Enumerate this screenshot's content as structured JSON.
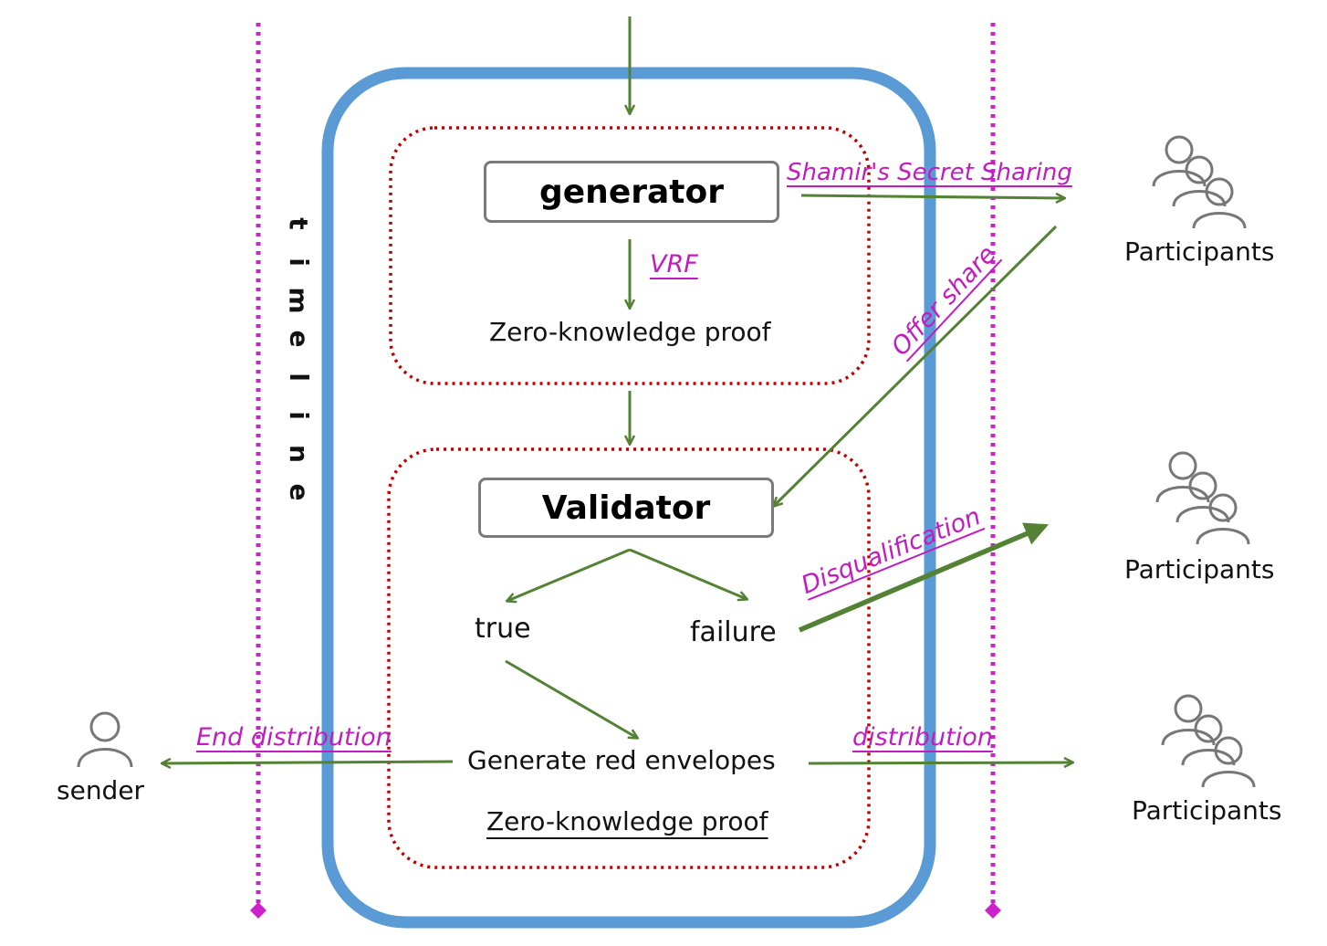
{
  "nodes": {
    "generator": "generator",
    "validator": "Validator"
  },
  "labels": {
    "zkp_top": "Zero-knowledge proof",
    "true": "true",
    "failure": "failure",
    "generate": "Generate red envelopes",
    "zkp_bottom": "Zero-knowledge proof",
    "timeline": [
      "t",
      "i",
      "m",
      "e",
      "l",
      "i",
      "n",
      "e"
    ]
  },
  "edges": {
    "vrf": "VRF",
    "shamir": "Shamir's Secret Sharing",
    "offer": "Offer share",
    "disq": "Disqualification",
    "end": "End distribution",
    "dist": "distribution"
  },
  "actors": {
    "participants_1": "Participants",
    "participants_2": "Participants",
    "participants_3": "Participants",
    "sender": "sender"
  },
  "colors": {
    "container": "#5b9bd5",
    "group": "#c00000",
    "arrow": "#548235",
    "timeline": "#cc22cc",
    "accent_text": "#c21bc2"
  }
}
